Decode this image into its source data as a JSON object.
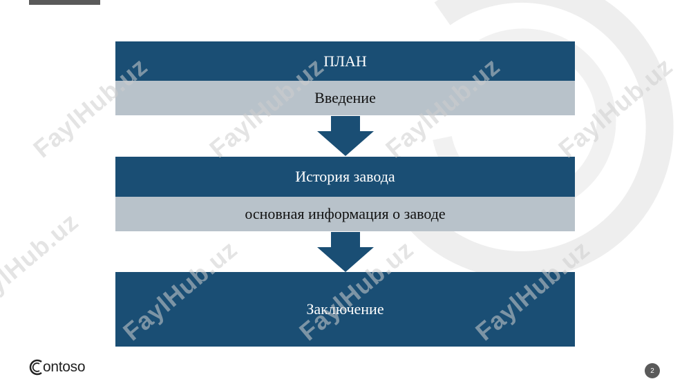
{
  "slide": {
    "title_bar": "ПЛАН",
    "intro": "Введение",
    "history": "История завода",
    "main_info": "основная информация о заводе",
    "conclusion": "Заключение"
  },
  "footer": {
    "logo_text": "ontoso",
    "page_number": "2"
  },
  "watermark": "FaylHub.uz",
  "colors": {
    "dark_block": "#1a4e74",
    "light_block": "#b8c2ca",
    "arrow": "#1a4e74"
  }
}
